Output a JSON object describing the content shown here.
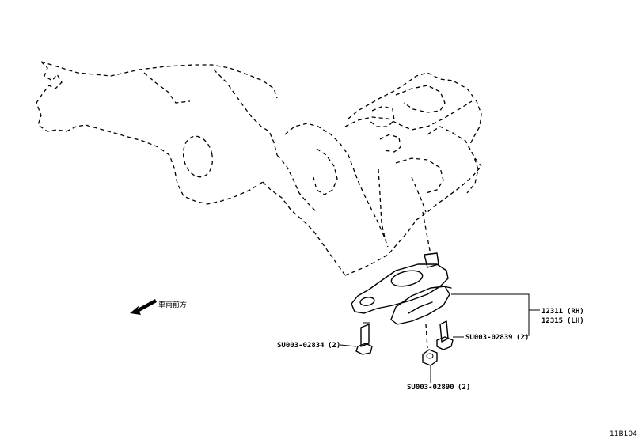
{
  "diagram": {
    "direction_label": "車両前方",
    "parts": [
      {
        "part_number": "12311",
        "side": "(RH)"
      },
      {
        "part_number": "12315",
        "side": "(LH)"
      }
    ],
    "fasteners": [
      {
        "code": "SU003-02834",
        "qty": "(2)"
      },
      {
        "code": "SU003-02839",
        "qty": "(2)"
      },
      {
        "code": "SU003-02890",
        "qty": "(2)"
      }
    ],
    "figure_id": "11B104"
  }
}
